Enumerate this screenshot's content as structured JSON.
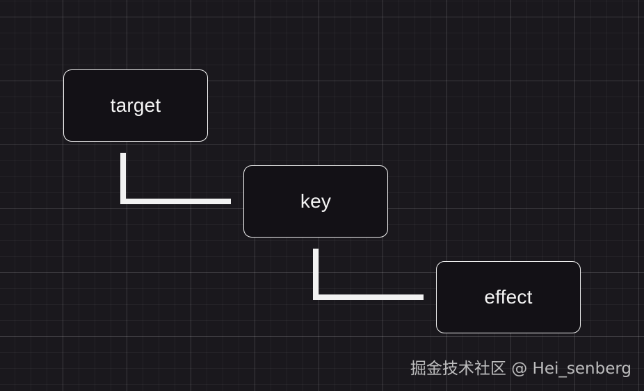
{
  "diagram": {
    "nodes": [
      {
        "id": "target",
        "label": "target"
      },
      {
        "id": "key",
        "label": "key"
      },
      {
        "id": "effect",
        "label": "effect"
      }
    ],
    "edges": [
      {
        "from": "target",
        "to": "key",
        "shape": "elbow"
      },
      {
        "from": "key",
        "to": "effect",
        "shape": "elbow"
      }
    ]
  },
  "colors": {
    "background": "#1a181d",
    "node_fill": "#131116",
    "node_border": "#f2f2f2",
    "connector": "#f2f2f2",
    "text": "#f5f5f5"
  },
  "watermark": "掘金技术社区 @ Hei_senberg"
}
